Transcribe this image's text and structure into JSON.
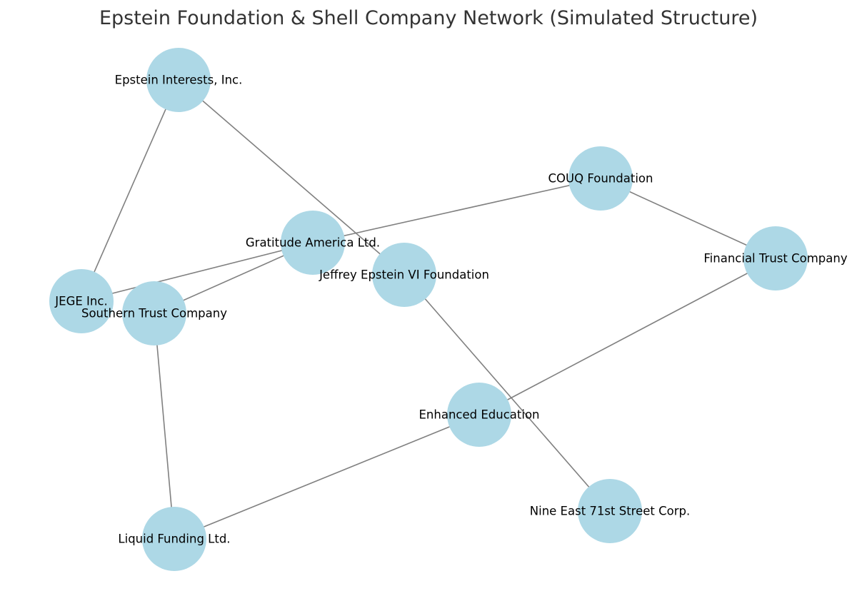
{
  "title": "Epstein Foundation & Shell Company Network (Simulated Structure)",
  "colors": {
    "node_fill": "#add8e6",
    "edge_stroke": "#808080",
    "label_text": "#000000",
    "title_text": "#333333",
    "background": "#ffffff"
  },
  "nodes": [
    {
      "id": "epstein-interests",
      "label": "Epstein Interests, Inc."
    },
    {
      "id": "couq-foundation",
      "label": "COUQ Foundation"
    },
    {
      "id": "gratitude-america",
      "label": "Gratitude America Ltd."
    },
    {
      "id": "jeffrey-epstein-vi-foundation",
      "label": "Jeffrey Epstein VI Foundation"
    },
    {
      "id": "financial-trust-company",
      "label": "Financial Trust Company"
    },
    {
      "id": "jege-inc",
      "label": "JEGE Inc."
    },
    {
      "id": "southern-trust-company",
      "label": "Southern Trust Company"
    },
    {
      "id": "enhanced-education",
      "label": "Enhanced Education"
    },
    {
      "id": "nine-east-71st",
      "label": "Nine East 71st Street Corp."
    },
    {
      "id": "liquid-funding",
      "label": "Liquid Funding Ltd."
    }
  ],
  "edges": [
    {
      "source": "epstein-interests",
      "target": "jege-inc"
    },
    {
      "source": "epstein-interests",
      "target": "jeffrey-epstein-vi-foundation"
    },
    {
      "source": "couq-foundation",
      "target": "gratitude-america"
    },
    {
      "source": "couq-foundation",
      "target": "financial-trust-company"
    },
    {
      "source": "gratitude-america",
      "target": "jege-inc"
    },
    {
      "source": "gratitude-america",
      "target": "southern-trust-company"
    },
    {
      "source": "jeffrey-epstein-vi-foundation",
      "target": "nine-east-71st"
    },
    {
      "source": "financial-trust-company",
      "target": "enhanced-education"
    },
    {
      "source": "southern-trust-company",
      "target": "liquid-funding"
    },
    {
      "source": "enhanced-education",
      "target": "liquid-funding"
    }
  ]
}
